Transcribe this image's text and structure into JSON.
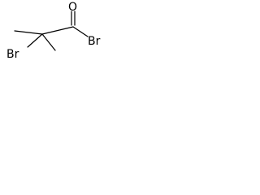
{
  "molecule": {
    "atoms": {
      "oxygen": "O",
      "bromine_left": "Br",
      "bromine_right": "Br"
    }
  },
  "colors": {
    "bond": "#000000",
    "text": "#000000",
    "background": "#ffffff"
  }
}
